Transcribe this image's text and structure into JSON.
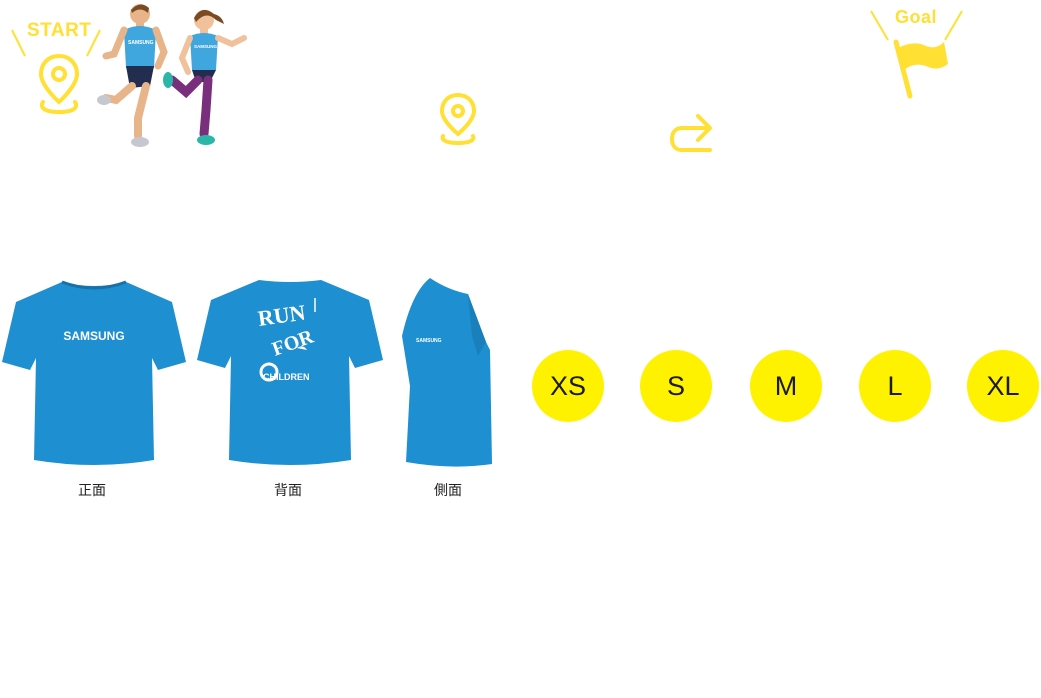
{
  "hero": {
    "start_label": "START",
    "goal_label": "Goal",
    "runner_shirt_text": "SAMSUNG"
  },
  "tshirts": {
    "front_logo": "SAMSUNG",
    "back_print": {
      "line1": "RUN",
      "line2": "FOR",
      "line3": "CHILDREN"
    },
    "side_logo": "SAMSUNG",
    "front_caption": "正面",
    "back_caption": "背面",
    "side_caption": "側面"
  },
  "sizes": [
    "XS",
    "S",
    "M",
    "L",
    "XL"
  ],
  "colors": {
    "accent_yellow": "#ffe033",
    "button_yellow": "#fff200",
    "shirt_blue": "#1e8fd0"
  }
}
